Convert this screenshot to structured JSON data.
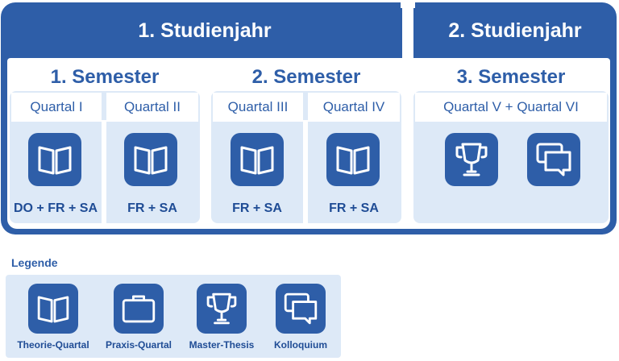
{
  "colors": {
    "primary": "#2e5ea8",
    "light": "#dde9f7",
    "text": "#1f4c95"
  },
  "years": [
    {
      "label": "1. Studienjahr"
    },
    {
      "label": "2. Studienjahr"
    }
  ],
  "semesters": [
    {
      "label": "1. Semester"
    },
    {
      "label": "2. Semester"
    },
    {
      "label": "3. Semester"
    }
  ],
  "quarters": [
    {
      "label": "Quartal I",
      "icon": "book-icon",
      "credits": "DO + FR + SA"
    },
    {
      "label": "Quartal II",
      "icon": "book-icon",
      "credits": "FR + SA"
    },
    {
      "label": "Quartal III",
      "icon": "book-icon",
      "credits": "FR + SA"
    },
    {
      "label": "Quartal IV",
      "icon": "book-icon",
      "credits": "FR + SA"
    },
    {
      "label": "Quartal V + Quartal VI",
      "icons": [
        "trophy-icon",
        "chat-icon"
      ]
    }
  ],
  "legend": {
    "title": "Legende",
    "items": [
      {
        "label": "Theorie-Quartal",
        "icon": "book-icon"
      },
      {
        "label": "Praxis-Quartal",
        "icon": "briefcase-icon"
      },
      {
        "label": "Master-Thesis",
        "icon": "trophy-icon"
      },
      {
        "label": "Kolloquium",
        "icon": "chat-icon"
      }
    ]
  }
}
